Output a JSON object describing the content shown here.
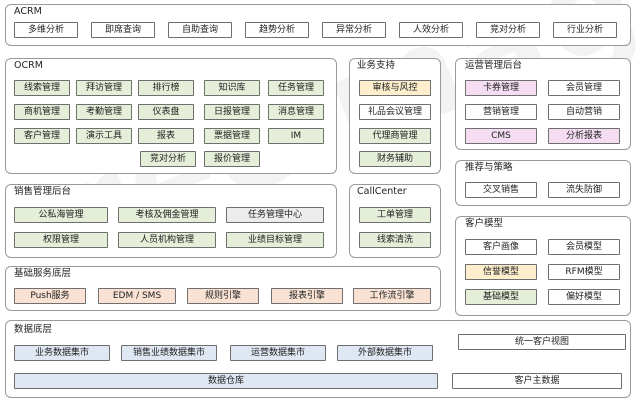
{
  "colors": {
    "border": "#9a9a9a",
    "white": "#ffffff",
    "green": "#e4eed8",
    "blue": "#dfe7f2",
    "orange": "#f9e2d3",
    "yellow": "#fdeecd",
    "pink": "#f4ddf2",
    "gray": "#ececec"
  },
  "acrm": {
    "title": "ACRM",
    "items": [
      "多维分析",
      "即席查询",
      "自助查询",
      "趋势分析",
      "异常分析",
      "人效分析",
      "竞对分析",
      "行业分析"
    ]
  },
  "ocrm": {
    "title": "OCRM",
    "row1": [
      "线索管理",
      "拜访管理",
      "排行榜",
      "知识库",
      "任务管理"
    ],
    "row2": [
      "商机管理",
      "考勤管理",
      "仪表盘",
      "日报管理",
      "消息管理"
    ],
    "row3": [
      "客户管理",
      "演示工具",
      "报表",
      "票据管理",
      "IM"
    ],
    "row4": [
      "竞对分析",
      "报价管理"
    ]
  },
  "business": {
    "title": "业务支持",
    "items": [
      "审核与风控",
      "礼品会议管理",
      "代理商管理",
      "财务辅助"
    ]
  },
  "ops": {
    "title": "运营管理后台",
    "row1": [
      "卡券管理",
      "会员管理"
    ],
    "row2": [
      "营销管理",
      "自动营销"
    ],
    "row3": [
      "CMS",
      "分析报表"
    ]
  },
  "sales": {
    "title": "销售管理后台",
    "row1": [
      "公私海管理",
      "考核及佣金管理",
      "任务管理中心"
    ],
    "row2": [
      "权限管理",
      "人员机构管理",
      "业绩目标管理"
    ]
  },
  "callcenter": {
    "title": "CallCenter",
    "items": [
      "工单管理",
      "线索清洗"
    ]
  },
  "recommend": {
    "title": "推荐与策略",
    "items": [
      "交叉销售",
      "流失防御"
    ]
  },
  "customer_model": {
    "title": "客户模型",
    "row1": [
      "客户画像",
      "会员模型"
    ],
    "row2": [
      "信誉模型",
      "RFM模型"
    ],
    "row3": [
      "基础模型",
      "偏好模型"
    ]
  },
  "base": {
    "title": "基础服务底层",
    "items": [
      "Push服务",
      "EDM / SMS",
      "规则引擎",
      "报表引擎",
      "工作流引擎"
    ]
  },
  "data": {
    "title": "数据底层",
    "marts": [
      "业务数据集市",
      "销售业绩数据集市",
      "运营数据集市",
      "外部数据集市"
    ],
    "warehouse": "数据仓库",
    "master": "客户主数据",
    "unified": "统一客户视图"
  }
}
